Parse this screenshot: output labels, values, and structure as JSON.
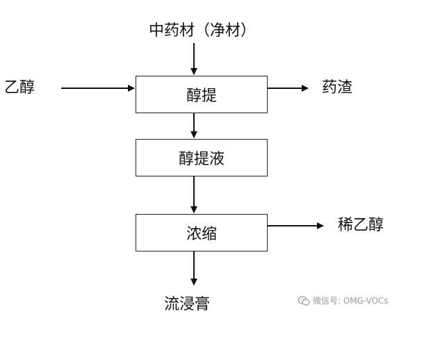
{
  "nodes": {
    "herb_input": "中药材（净材）",
    "ethanol_input": "乙醇",
    "extraction": "醇提",
    "residue_output": "药渣",
    "extract_liquid": "醇提液",
    "concentration": "浓缩",
    "dilute_ethanol_output": "稀乙醇",
    "fluid_extract_output": "流浸膏"
  },
  "watermark": {
    "text": "微信号: OMG-VOCs",
    "icon": "wechat-icon"
  }
}
